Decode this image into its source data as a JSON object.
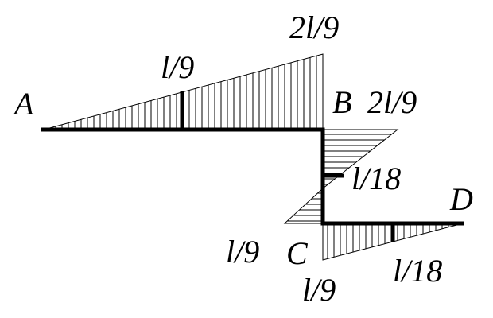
{
  "diagram": {
    "labels": {
      "point_a": "A",
      "point_b": "B",
      "point_c": "C",
      "point_d": "D",
      "ab_peak": "2l/9",
      "ab_mid": "l/9",
      "bc_top": "2l/9",
      "bc_mid": "l/18",
      "bc_bottom": "l/9",
      "cd_left": "l/9",
      "cd_mid": "l/18"
    },
    "colors": {
      "line": "#000000",
      "hatch": "#000000",
      "background": "#ffffff"
    }
  }
}
